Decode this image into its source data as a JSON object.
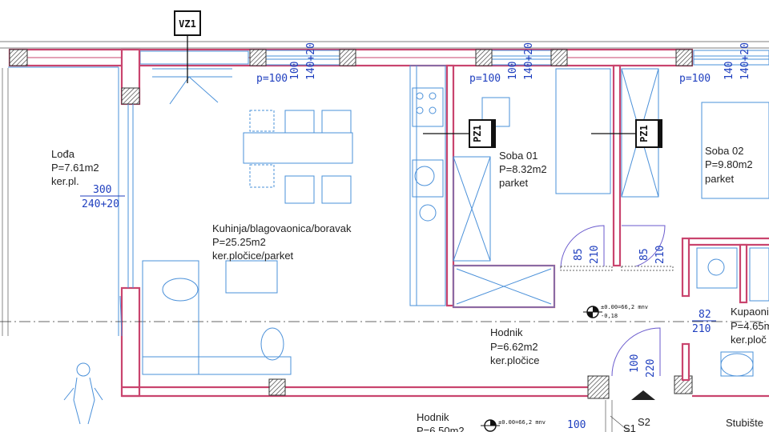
{
  "colors": {
    "wall": "#c9446e",
    "furniture": "#4a90d9",
    "dimension": "#1f3fbf",
    "door": "#6a5acd",
    "hatch": "#333333"
  },
  "tags": {
    "vz1": "VZ1",
    "pz1_a": "PZ1",
    "pz1_b": "PZ1"
  },
  "rooms": {
    "lodja": {
      "name": "Lođa",
      "area": "P=7.61m2",
      "floor": "ker.pl."
    },
    "kuhinja": {
      "name": "Kuhinja/blagovaonica/boravak",
      "area": "P=25.25m2",
      "floor": "ker.pločice/parket"
    },
    "soba01": {
      "name": "Soba 01",
      "area": "P=8.32m2",
      "floor": "parket"
    },
    "soba02": {
      "name": "Soba 02",
      "area": "P=9.80m2",
      "floor": "parket"
    },
    "hodnik": {
      "name": "Hodnik",
      "area": "P=6.62m2",
      "floor": "ker.pločice"
    },
    "kupaonica": {
      "name": "Kupaoni",
      "area": "P=4.65m",
      "floor": "ker.ploč"
    },
    "hodnik2": {
      "name": "Hodnik",
      "area": "P=6.50m2"
    },
    "stubiste": {
      "name": "Stubište"
    }
  },
  "dims": {
    "p100_a": "p=100",
    "p100_b": "p=100",
    "p100_c": "p=100",
    "w1_top": "100",
    "w1_bot": "140+20",
    "w2_top": "100",
    "w2_bot": "140+20",
    "w3_top": "140",
    "w3_bot": "140+20",
    "lodja_top": "300",
    "lodja_bot": "240+20",
    "d1_a": "85",
    "d1_b": "210",
    "d2_a": "85",
    "d2_b": "210",
    "bath_a": "82",
    "bath_b": "210",
    "entry_a": "100",
    "entry_b": "220",
    "bottom_100": "100"
  },
  "levels": {
    "l1": "±0.00=66,2 mnv",
    "l1_sub": "-0,18",
    "l2": "±0.00=66,2 mnv"
  },
  "stair": {
    "s1": "S1",
    "s2": "S2"
  }
}
